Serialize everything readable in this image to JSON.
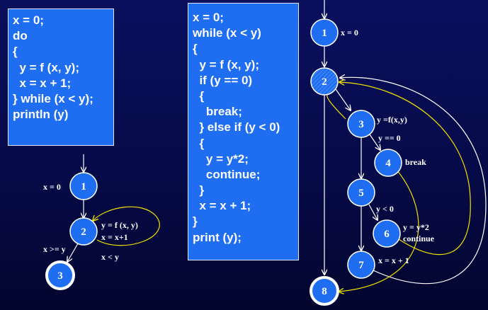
{
  "code_left": {
    "lines": [
      "x = 0;",
      "do",
      "{",
      "  y = f (x, y);",
      "  x = x + 1;",
      "} while (x < y);",
      "println (y)"
    ]
  },
  "code_right": {
    "lines": [
      "x = 0;",
      "while (x < y)",
      "{",
      "  y = f (x, y);",
      "  if (y == 0)",
      "  {",
      "    break;",
      "  } else if (y < 0)",
      "  {",
      "    y = y*2;",
      "    continue;",
      "  }",
      "  x = x + 1;",
      "}",
      "print (y);"
    ]
  },
  "graph_left": {
    "nodes": [
      {
        "id": "1",
        "label": "1"
      },
      {
        "id": "2",
        "label": "2"
      },
      {
        "id": "3",
        "label": "3"
      }
    ],
    "annotations": {
      "node1": "x = 0",
      "node2_a": "y = f (x, y)",
      "node2_b": "x = x+1",
      "loop_cond": "x < y",
      "exit_cond": "x >= y"
    }
  },
  "graph_right": {
    "nodes": [
      {
        "id": "1",
        "label": "1"
      },
      {
        "id": "2",
        "label": "2"
      },
      {
        "id": "3",
        "label": "3"
      },
      {
        "id": "4",
        "label": "4"
      },
      {
        "id": "5",
        "label": "5"
      },
      {
        "id": "6",
        "label": "6"
      },
      {
        "id": "7",
        "label": "7"
      },
      {
        "id": "8",
        "label": "8"
      }
    ],
    "annotations": {
      "node1": "x = 0",
      "node3": "y =f(x,y)",
      "cond_zero": "y == 0",
      "node4": "break",
      "cond_neg": "y < 0",
      "node6_a": "y = y*2",
      "node6_b": "continue",
      "node7": "x = x + 1"
    }
  },
  "colors": {
    "background": "#060a48",
    "code_box": "#1f6df0",
    "node_fill": "#1f6df0",
    "edge_white": "#ffffff",
    "edge_yellow": "#f2e200",
    "text": "#ffffff"
  }
}
